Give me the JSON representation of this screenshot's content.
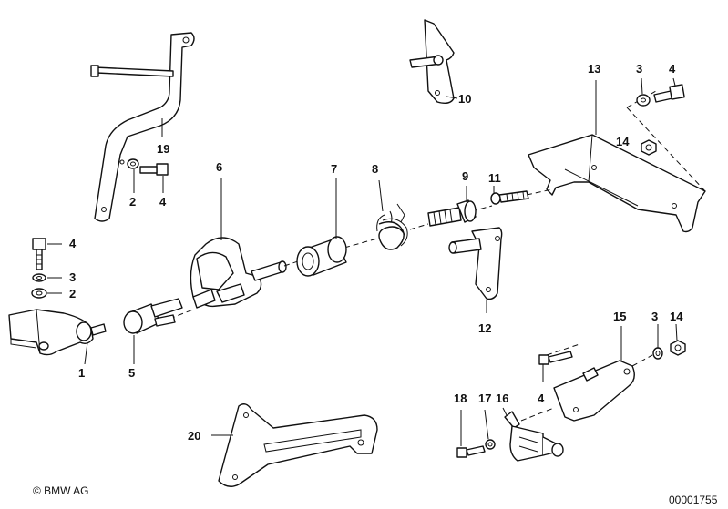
{
  "copyright": "© BMW AG",
  "drawing_number": "00001755",
  "part_labels": {
    "p1": "1",
    "p2a": "2",
    "p2b": "2",
    "p3a": "3",
    "p3b": "3",
    "p3c": "3",
    "p4a": "4",
    "p4b": "4",
    "p4c": "4",
    "p4d": "4",
    "p5": "5",
    "p6": "6",
    "p7": "7",
    "p8": "8",
    "p9": "9",
    "p10": "10",
    "p11": "11",
    "p12": "12",
    "p13": "13",
    "p14a": "14",
    "p14b": "14",
    "p15": "15",
    "p16": "16",
    "p17": "17",
    "p18": "18",
    "p19": "19",
    "p20": "20"
  }
}
